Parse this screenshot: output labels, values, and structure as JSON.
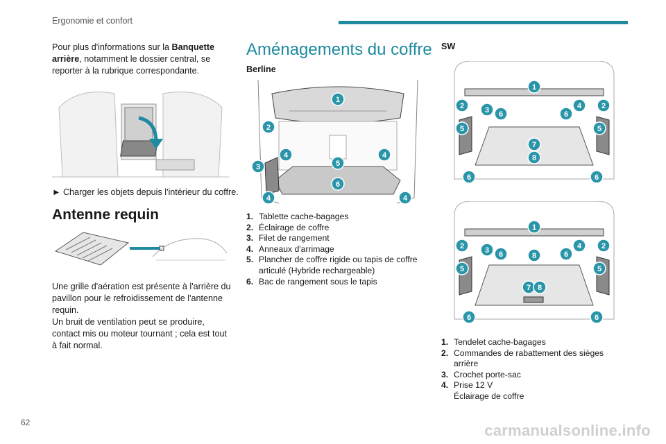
{
  "header": {
    "section": "Ergonomie et confort"
  },
  "left": {
    "intro_pre": "Pour plus d'informations sur la ",
    "intro_bold": "Banquette arrière",
    "intro_post": ", notamment le dossier central, se reporter à la rubrique correspondante.",
    "instruction": "► Charger les objets depuis l'intérieur du coffre.",
    "antenna_title": "Antenne requin",
    "antenna_para1": "Une grille d'aération est présente à l'arrière du pavillon pour le refroidissement de l'antenne requin.",
    "antenna_para2": "Un bruit de ventilation peut se produire, contact mis ou moteur tournant ; cela est tout à fait normal."
  },
  "middle": {
    "title": "Aménagements du coffre",
    "berline_label": "Berline",
    "items": [
      {
        "num": "1.",
        "text": "Tablette cache-bagages"
      },
      {
        "num": "2.",
        "text": "Éclairage de coffre"
      },
      {
        "num": "3.",
        "text": "Filet de rangement"
      },
      {
        "num": "4.",
        "text": "Anneaux d'arrimage"
      },
      {
        "num": "5.",
        "text": "Plancher de coffre rigide ou tapis de coffre",
        "cont": "articulé (Hybride rechargeable)"
      },
      {
        "num": "6.",
        "text": "Bac de rangement sous le tapis"
      }
    ]
  },
  "right": {
    "sw_label": "SW",
    "items": [
      {
        "num": "1.",
        "text": "Tendelet cache-bagages"
      },
      {
        "num": "2.",
        "text": "Commandes de rabattement des sièges",
        "cont": "arrière"
      },
      {
        "num": "3.",
        "text": "Crochet porte-sac"
      },
      {
        "num": "4.",
        "text": "Prise 12 V",
        "cont": "Éclairage de coffre"
      }
    ]
  },
  "badges": {
    "berline": [
      "1",
      "2",
      "3",
      "4",
      "4",
      "5",
      "6",
      "4",
      "4"
    ],
    "sw1": [
      "1",
      "2",
      "3",
      "6",
      "6",
      "4",
      "2",
      "5",
      "5",
      "7",
      "8",
      "6",
      "6"
    ],
    "sw2": [
      "1",
      "2",
      "3",
      "6",
      "8",
      "6",
      "4",
      "2",
      "5",
      "5",
      "7",
      "8",
      "6",
      "6"
    ]
  },
  "footer": {
    "page": "62",
    "watermark": "carmanualsonline.info"
  },
  "colors": {
    "accent": "#1f8aa0",
    "badge": "#2a95a8"
  }
}
